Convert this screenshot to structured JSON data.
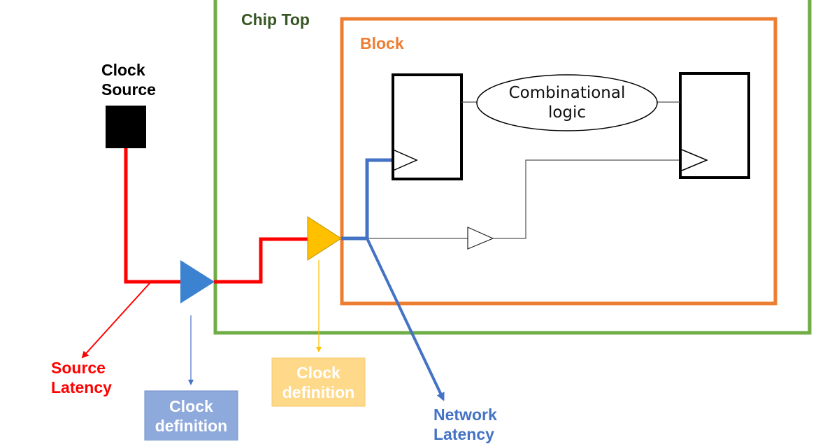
{
  "labels": {
    "chip_top": "Chip Top",
    "block": "Block",
    "clock_source": [
      "Clock",
      "Source"
    ],
    "combinational_logic": [
      "Combinational",
      "logic"
    ],
    "source_latency": [
      "Source",
      "Latency"
    ],
    "clock_definition_blue": [
      "Clock",
      "definition"
    ],
    "clock_definition_yellow": [
      "Clock",
      "definition"
    ],
    "network_latency": [
      "Network",
      "Latency"
    ]
  },
  "colors": {
    "chip_top_border": "#70ad47",
    "chip_top_text": "#375623",
    "block_border": "#ed7d31",
    "block_text": "#ed7d31",
    "source_latency": "#ff0000",
    "network_latency": "#4472c4",
    "blue_buffer": "#3b82d0",
    "yellow_buffer": "#ffc000",
    "clock_def_blue_box": "#8ea9db",
    "clock_def_yellow_box": "#ffd98a"
  }
}
